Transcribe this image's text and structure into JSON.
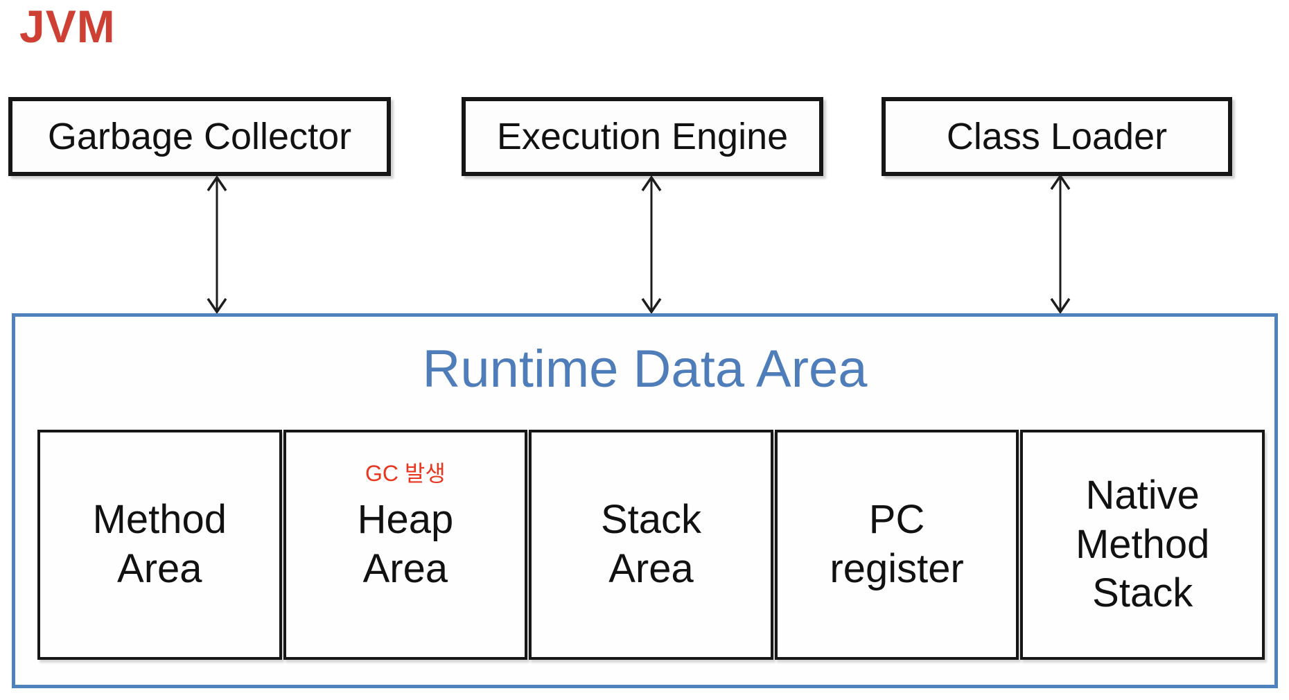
{
  "diagram": {
    "title": "JVM",
    "top_boxes": [
      {
        "label": "Garbage Collector"
      },
      {
        "label": "Execution Engine"
      },
      {
        "label": "Class Loader"
      }
    ],
    "connectors": [
      {
        "name": "garbage-collector-to-runtime",
        "style": "double-headed-vertical-arrow"
      },
      {
        "name": "execution-engine-to-runtime",
        "style": "double-headed-vertical-arrow"
      },
      {
        "name": "class-loader-to-runtime",
        "style": "double-headed-vertical-arrow"
      }
    ],
    "runtime_area": {
      "title": "Runtime Data Area",
      "regions": [
        {
          "label": "Method\nArea"
        },
        {
          "label": "Heap\nArea",
          "annotation": "GC 발생"
        },
        {
          "label": "Stack\nArea"
        },
        {
          "label": "PC\nregister"
        },
        {
          "label": "Native\nMethod\nStack"
        }
      ]
    },
    "colors": {
      "title_red": "#ce4033",
      "annotation_red": "#e8361f",
      "runtime_blue": "#4f81bd",
      "box_border_black": "#161616"
    }
  }
}
